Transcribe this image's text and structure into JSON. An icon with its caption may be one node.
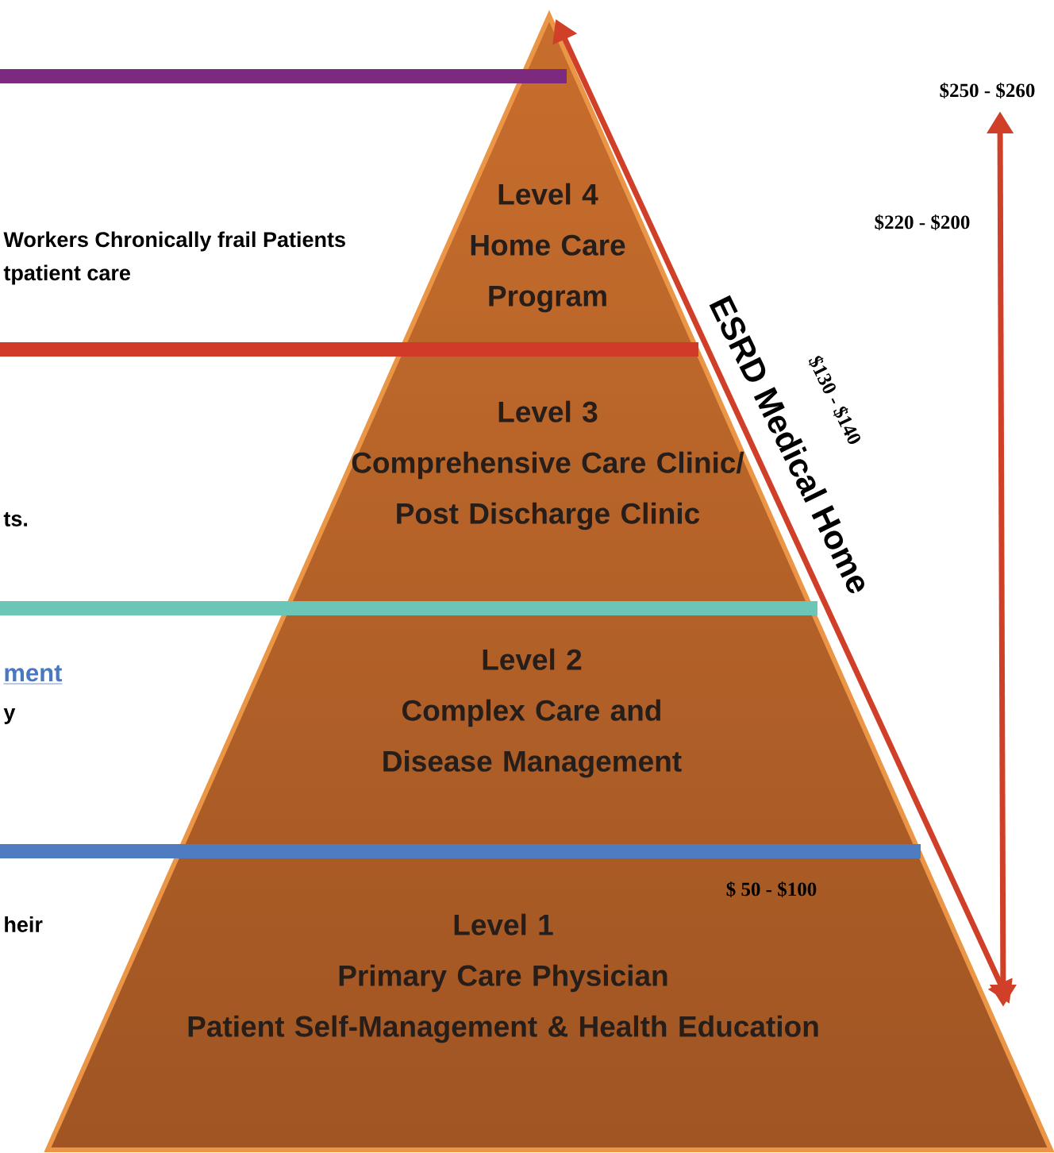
{
  "diagram": {
    "nodes": [
      {
        "text": [
          "Level 4",
          "Home Care Program"
        ]
      },
      {
        "text": [
          "Level 3",
          "Comprehensive Care Clinic/",
          "Post Discharge Clinic"
        ]
      },
      {
        "text": [
          "Level 2",
          "Complex Care and Disease Management"
        ]
      },
      {
        "text": [
          "Level 1",
          "Primary Care Physician",
          "Patient Self-Management & Health Education"
        ]
      }
    ],
    "labels": [
      "$250 - $260",
      "Workers  Chronically frail Patients",
      "tpatient care",
      "$220 - $200",
      "ESRD Medical Home",
      "$130 - $140",
      "ts.",
      "ment",
      "y",
      "heir",
      "$ 50 - $100"
    ]
  }
}
